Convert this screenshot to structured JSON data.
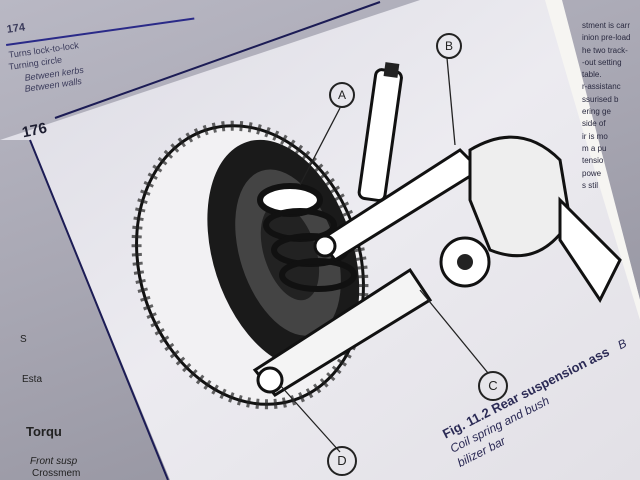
{
  "back_page": {
    "page_number": "174",
    "spec_rows": [
      "Turns lock-to-lock",
      "Turning circle",
      "Between kerbs",
      "Between walls"
    ],
    "right_column_lines": [
      "stment is carr",
      "inion pre-load",
      "he two track-",
      "-out setting",
      "table.",
      "r-assistanc",
      "ssurised b",
      "ering ge",
      "side of",
      "ir is mo",
      "m a pu",
      "tensio",
      "powe",
      "s stil"
    ],
    "left_fragments": [
      "S",
      "Esta",
      "Torqu",
      "Front susp",
      "Crossmem"
    ]
  },
  "front_page": {
    "page_number": "176",
    "callouts": [
      "A",
      "B",
      "C",
      "D"
    ],
    "figure_caption": "Fig. 11.2 Rear suspension ass",
    "caption_items": [
      "Coil spring and bush",
      "bilizer bar"
    ],
    "caption_side_letter": "B"
  },
  "colors": {
    "ink": "#2b2a55",
    "paper": "#e8e7ee",
    "shadow": "#8f8e9a"
  }
}
